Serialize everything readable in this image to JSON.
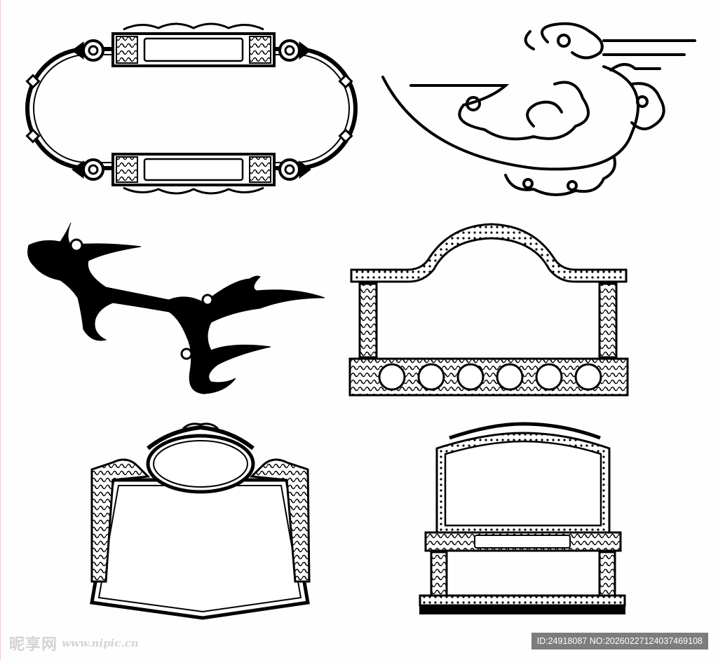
{
  "watermark": {
    "logo_text": "昵享网",
    "site_url": "www.nipic.cn",
    "id_label": "ID:",
    "id_value": "24918087",
    "no_label": "NO:",
    "no_value": "20260227124037469108"
  },
  "colors": {
    "ink": "#000000",
    "paper": "#ffffff",
    "badge_bg": "#7d7d7d",
    "watermark_text": "#d0d0d0"
  },
  "motifs": [
    "oval-frame-icon",
    "auspicious-cloud-icon",
    "branch-cloud-icon",
    "arched-plaque-frame-icon",
    "oval-crest-frame-icon",
    "pavilion-plaque-frame-icon"
  ]
}
